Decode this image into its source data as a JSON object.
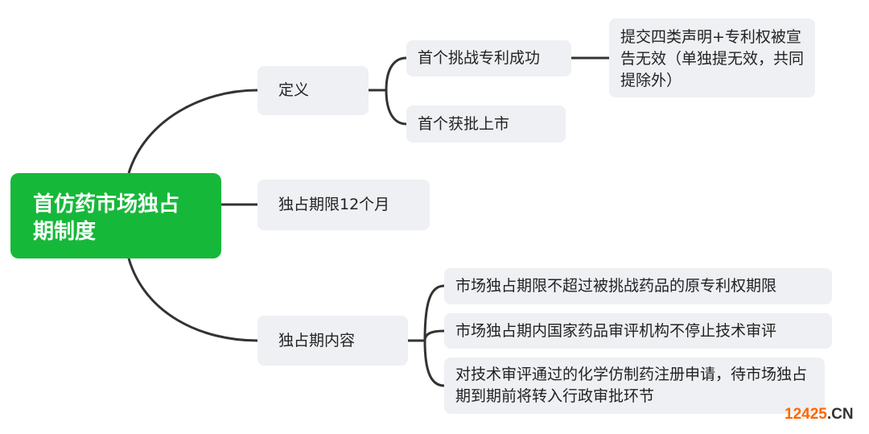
{
  "root": {
    "label": "首仿药市场独占期制度"
  },
  "branches": {
    "definition": {
      "label": "定义",
      "children": [
        {
          "label": "首个挑战专利成功",
          "detail": "提交四类声明+专利权被宣告无效（单独提无效，共同提除外）"
        },
        {
          "label": "首个获批上市"
        }
      ]
    },
    "period": {
      "label": "独占期限12个月"
    },
    "content": {
      "label": "独占期内容",
      "children": [
        {
          "label": "市场独占期限不超过被挑战药品的原专利权期限"
        },
        {
          "label": "市场独占期内国家药品审评机构不停止技术审评"
        },
        {
          "label": "对技术审评通过的化学仿制药注册申请，待市场独占期到期前将转入行政审批环节"
        }
      ]
    }
  },
  "watermark": {
    "num": "12425",
    "suffix": ".CN"
  },
  "colors": {
    "root": "#16b83a",
    "node": "#eef0f3",
    "line": "#333333",
    "watermark": "#ff6600"
  }
}
